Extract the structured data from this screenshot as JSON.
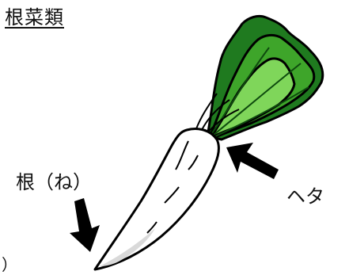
{
  "title": "根菜類",
  "labels": {
    "root": "根（ね）",
    "calyx": "ヘタ",
    "edge_fragment": "）"
  },
  "colors": {
    "leaf_dark": "#1f7a1f",
    "leaf_mid": "#3ea52a",
    "leaf_light": "#7fd65a",
    "outline": "#000000",
    "root_fill": "#ffffff",
    "root_shade": "#d9d9d9"
  }
}
